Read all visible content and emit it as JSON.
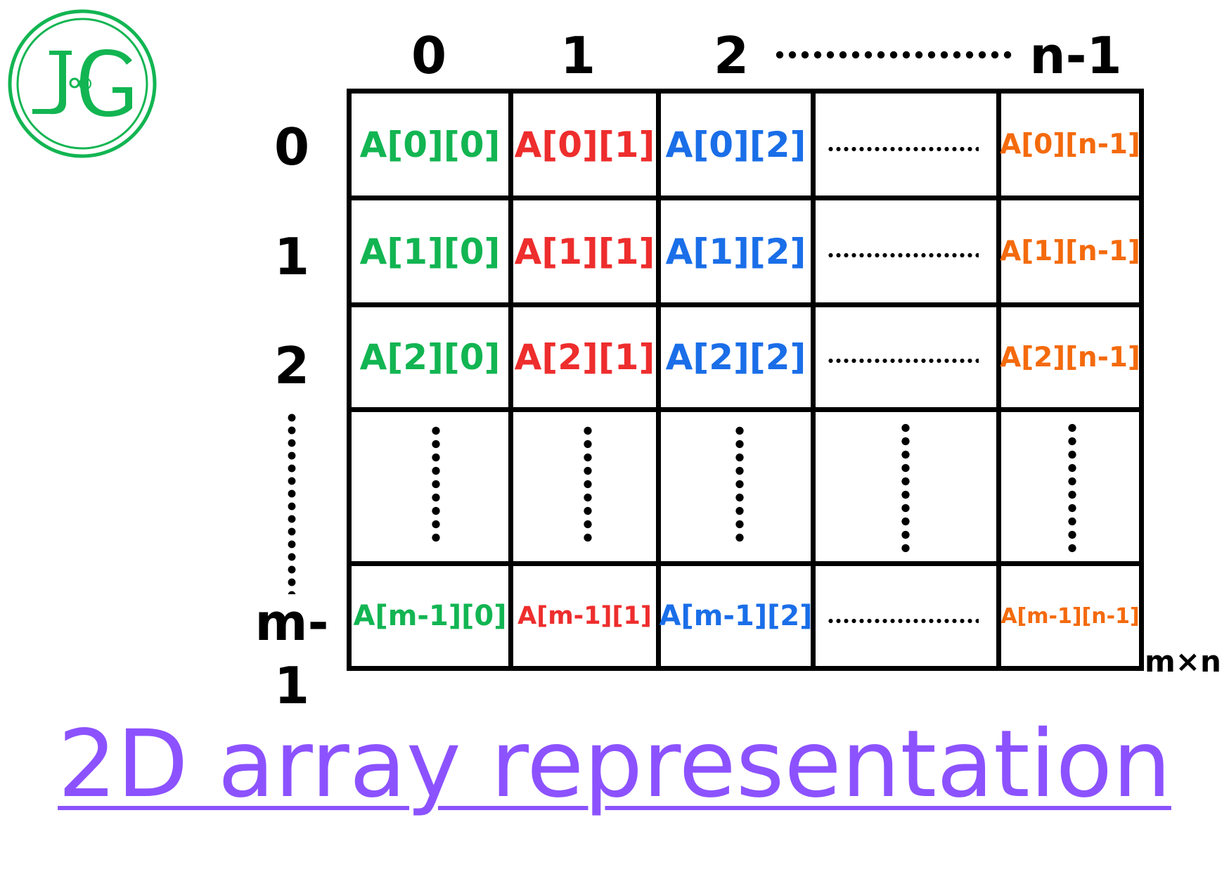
{
  "logo": {
    "letters": "JG",
    "color": "#12b552"
  },
  "column_headers": [
    "0",
    "1",
    "2",
    "n-1"
  ],
  "row_headers": [
    "0",
    "1",
    "2",
    "m-1"
  ],
  "cells": {
    "r0": [
      "A[0][0]",
      "A[0][1]",
      "A[0][2]",
      "A[0][n-1]"
    ],
    "r1": [
      "A[1][0]",
      "A[1][1]",
      "A[1][2]",
      "A[1][n-1]"
    ],
    "r2": [
      "A[2][0]",
      "A[2][1]",
      "A[2][2]",
      "A[2][n-1]"
    ],
    "r4": [
      "A[m-1][0]",
      "A[m-1][1]",
      "A[m-1][2]",
      "A[m-1][n-1]"
    ]
  },
  "column_colors": [
    "#12b552",
    "#ee2d2d",
    "#1a6ee8",
    "#f46a0c"
  ],
  "dimension_label": "m×n",
  "title": "2D array representation",
  "title_color": "#8c52ff"
}
